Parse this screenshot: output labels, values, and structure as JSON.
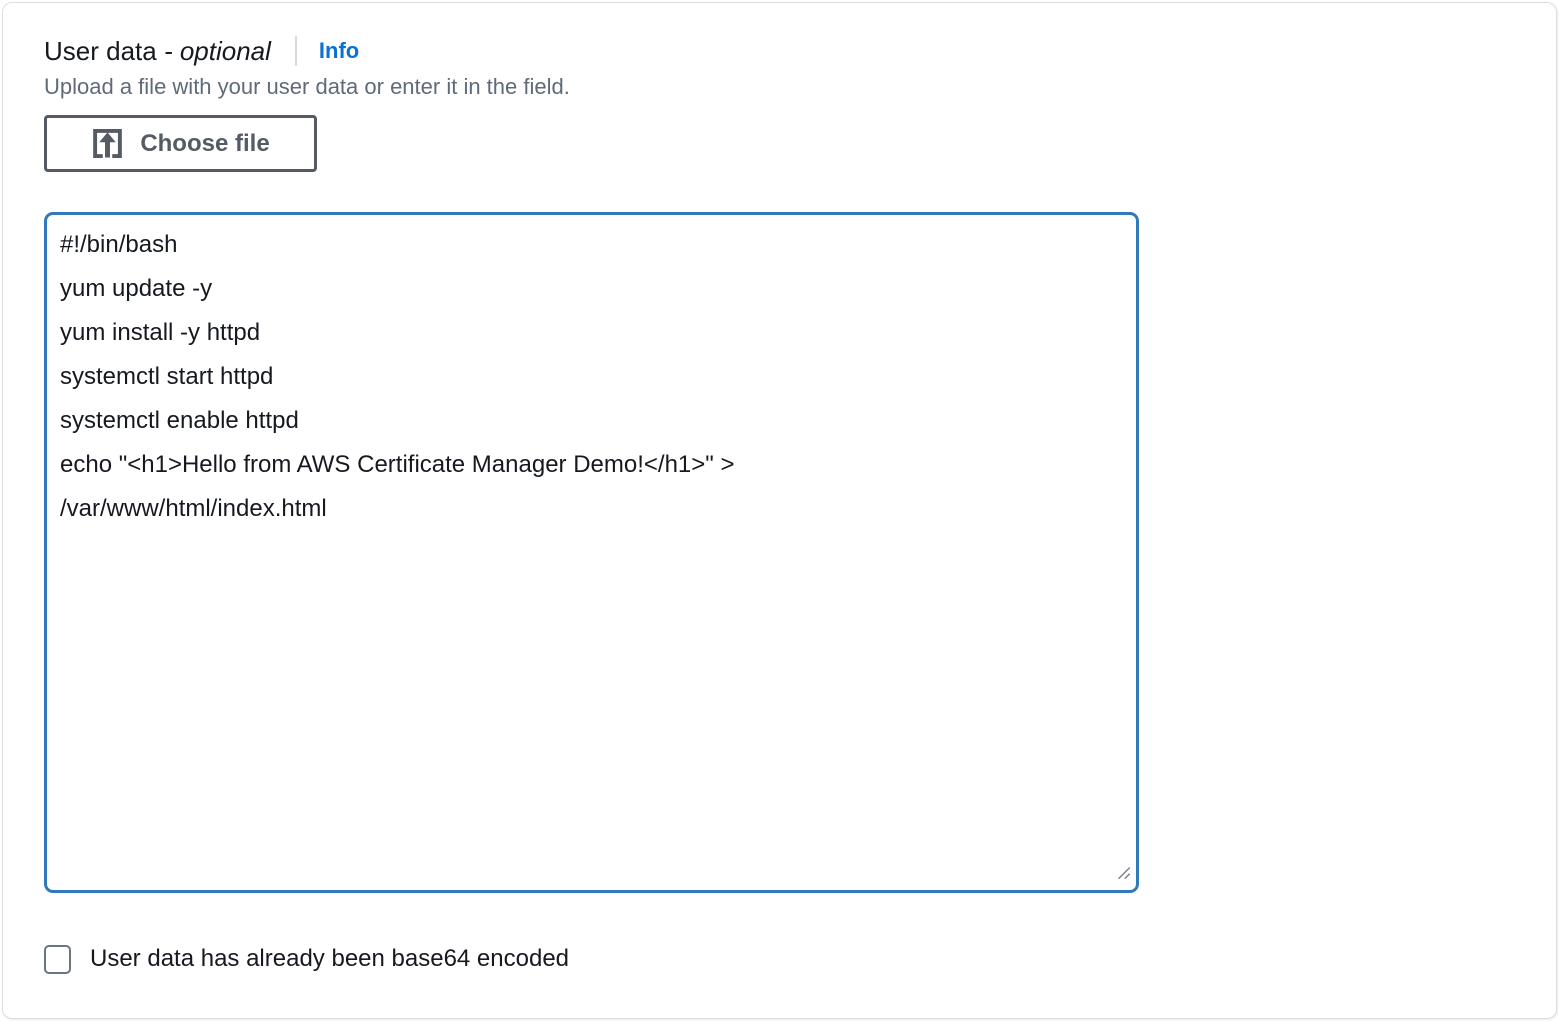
{
  "header": {
    "title": "User data ",
    "optional_suffix": "- optional",
    "info_label": "Info"
  },
  "description": "Upload a file with your user data or enter it in the field.",
  "choose_file_button": {
    "label": "Choose file",
    "icon": "upload-icon"
  },
  "user_data_field": {
    "value": "#!/bin/bash\nyum update -y\nyum install -y httpd\nsystemctl start httpd\nsystemctl enable httpd\necho \"<h1>Hello from AWS Certificate Manager Demo!</h1>\" >\n/var/www/html/index.html",
    "placeholder": ""
  },
  "base64_checkbox": {
    "label": "User data has already been base64 encoded",
    "checked": false
  },
  "colors": {
    "info_link_blue": "#0972d3",
    "textarea_focus_border": "#3178bd",
    "button_gray": "#545b64",
    "text_dark": "#16191f",
    "text_muted": "#5f6b7a",
    "card_border": "#d9dee3"
  }
}
